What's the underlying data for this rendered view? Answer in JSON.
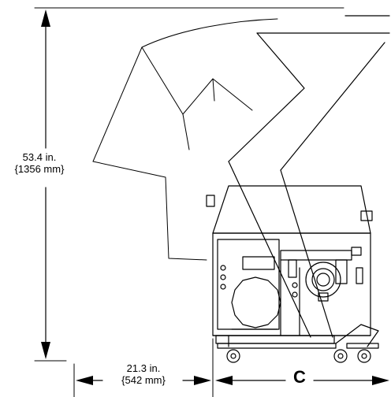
{
  "dimensions": {
    "height": {
      "imperial": "53.4 in.",
      "metric": "{1356 mm}"
    },
    "width": {
      "imperial": "21.3 in.",
      "metric": "{542 mm}"
    },
    "callout": "C"
  },
  "colors": {
    "line": "#000000",
    "background": "#ffffff"
  }
}
